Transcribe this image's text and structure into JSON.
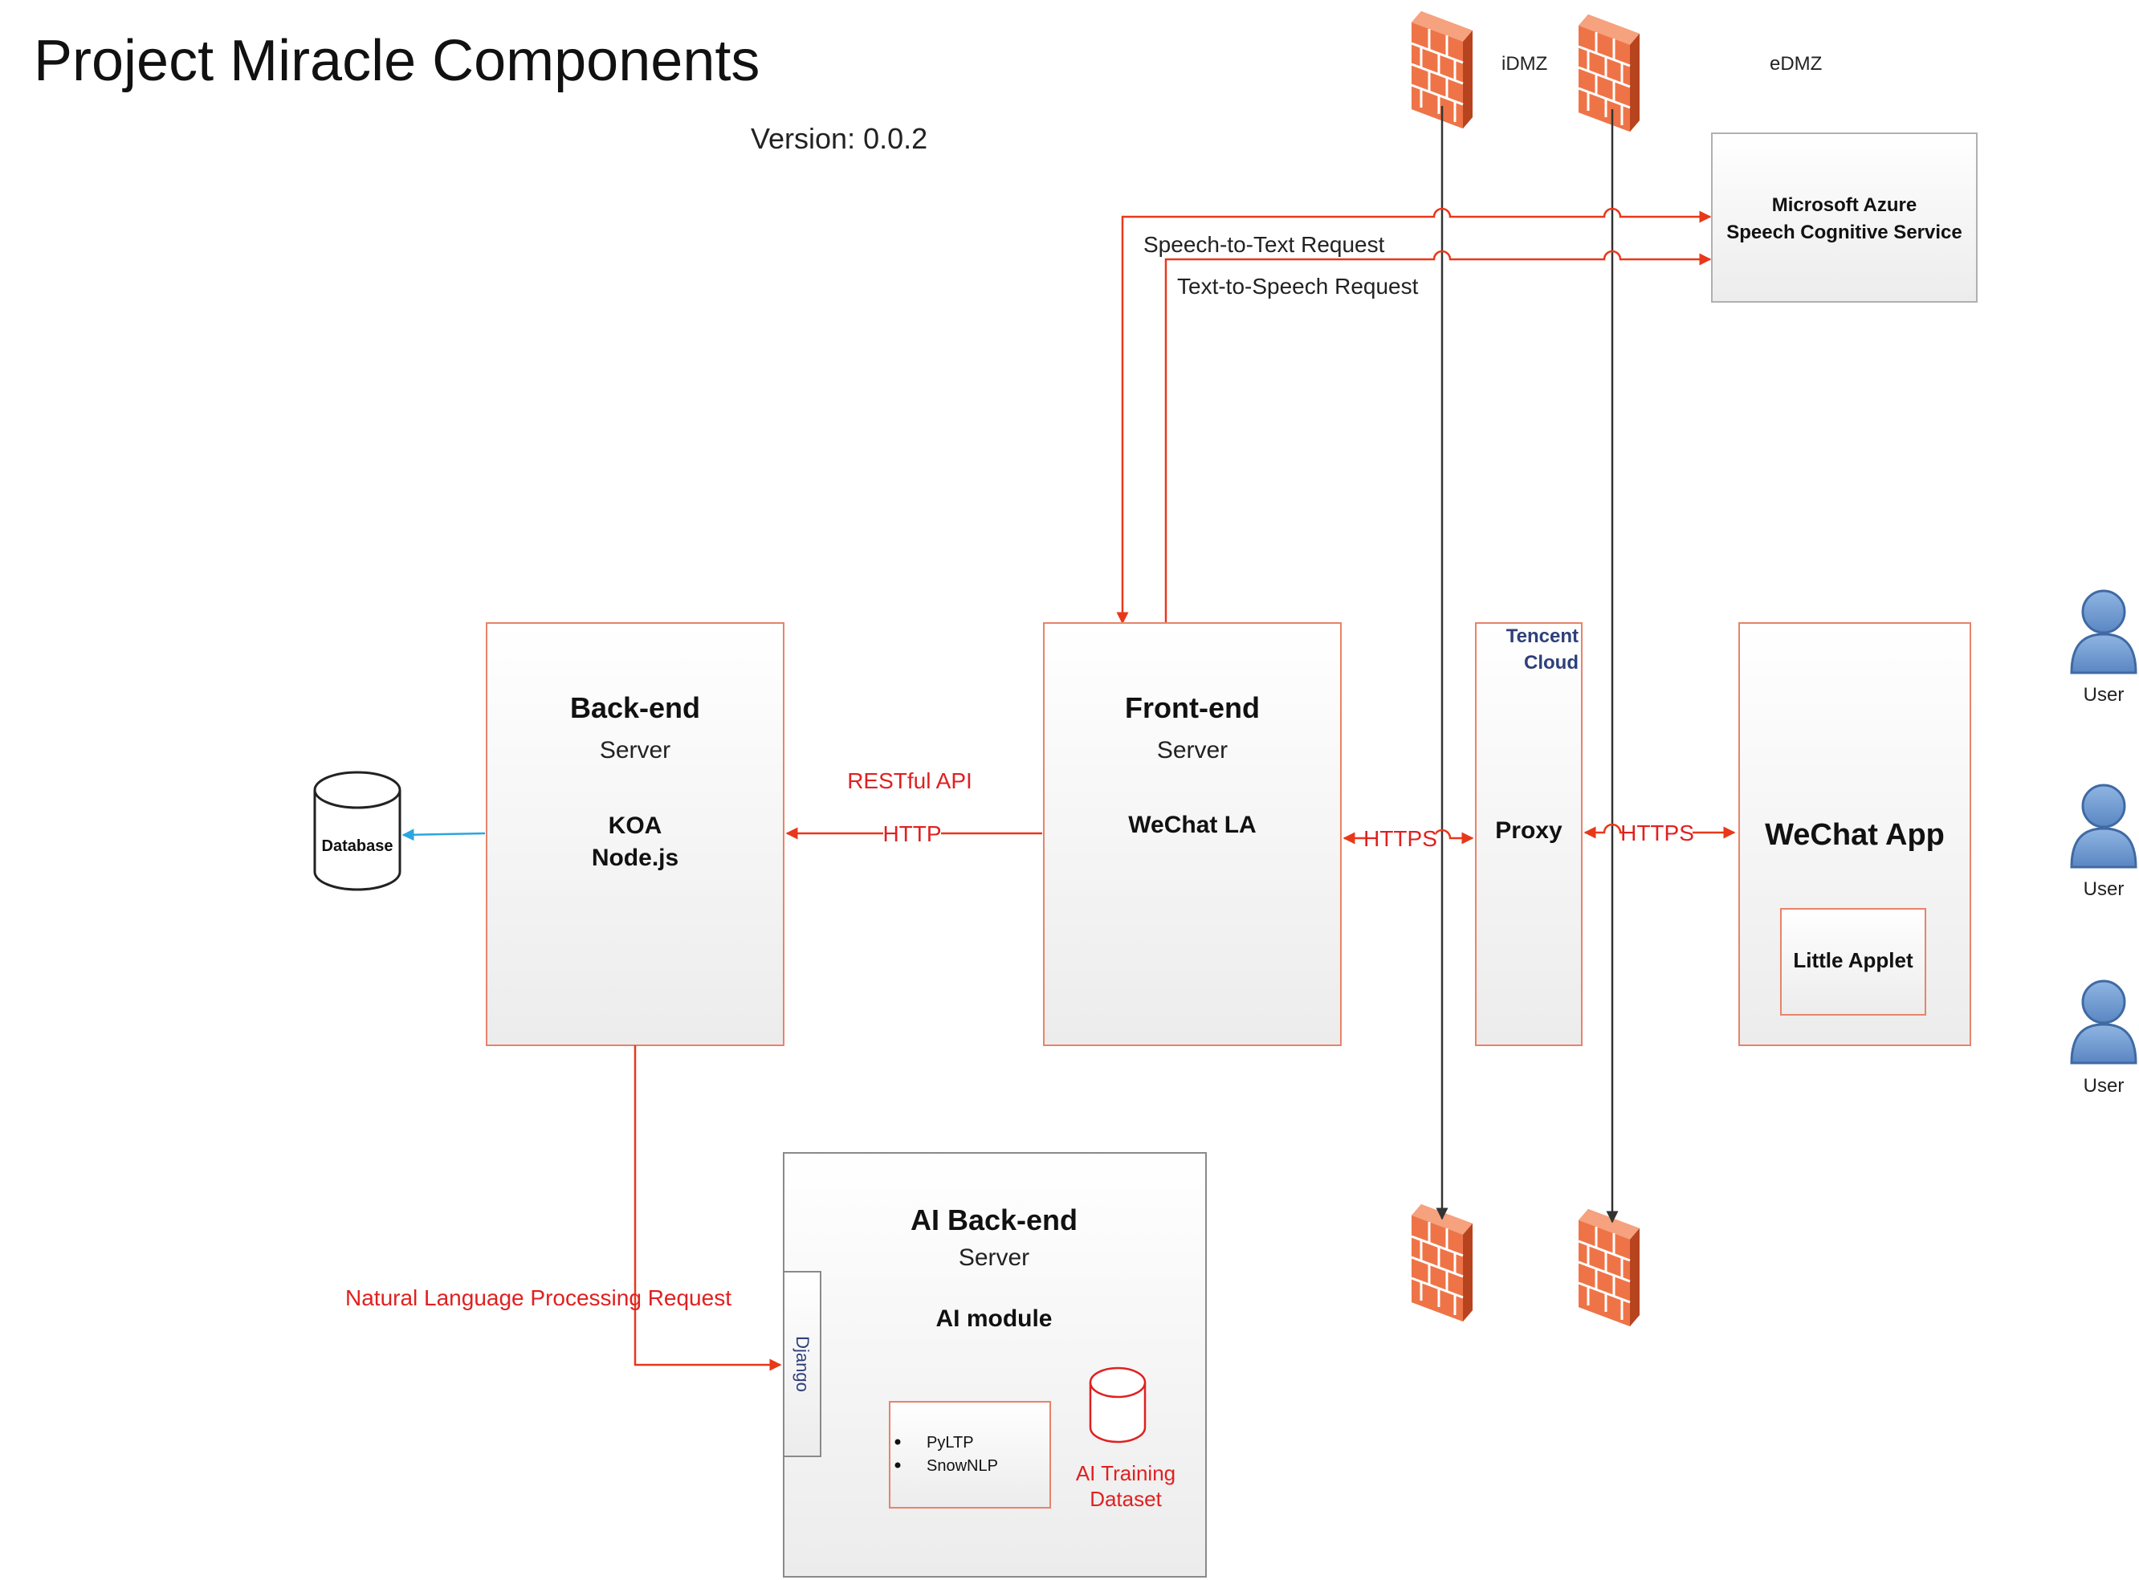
{
  "title": "Project Miracle Components",
  "version": "Version: 0.0.2",
  "zones": {
    "idmz": "iDMZ",
    "edmz": "eDMZ"
  },
  "azure": {
    "line1": "Microsoft Azure",
    "line2": "Speech Cognitive Service"
  },
  "requests": {
    "stt": "Speech-to-Text Request",
    "tts": "Text-to-Speech Request",
    "nlp": "Natural Language Processing Request"
  },
  "backend": {
    "title": "Back-end",
    "subtitle": "Server",
    "tech1": "KOA",
    "tech2": "Node.js"
  },
  "frontend": {
    "title": "Front-end",
    "subtitle": "Server",
    "tech": "WeChat LA"
  },
  "database": "Database",
  "api": {
    "restful": "RESTful API",
    "http": "HTTP",
    "https_front": "HTTPS",
    "https_app": "HTTPS"
  },
  "proxy": {
    "cloud_line1": "Tencent",
    "cloud_line2": "Cloud",
    "label": "Proxy"
  },
  "wechat": {
    "title": "WeChat App",
    "applet": "Little Applet"
  },
  "users": [
    "User",
    "User",
    "User"
  ],
  "ai": {
    "title": "AI Back-end",
    "subtitle": "Server",
    "module": "AI module",
    "framework": "Django",
    "libs": [
      "PyLTP",
      "SnowNLP"
    ],
    "dataset_line1": "AI Training",
    "dataset_line2": "Dataset"
  },
  "colors": {
    "box_border": "#e8836a",
    "arrow_red": "#e8381a",
    "text_red": "#e02020",
    "label_blue": "#2e3f7a",
    "user_blue": "#6f9bd1",
    "firewall": "#ee7448",
    "db_arrow": "#2aa6e0"
  }
}
